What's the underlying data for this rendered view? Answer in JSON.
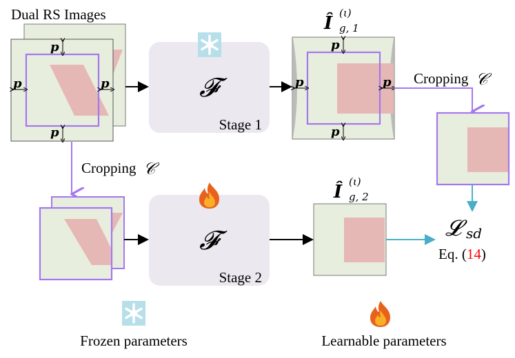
{
  "title": "Dual RS Images",
  "stage1": {
    "label": "Stage 1",
    "symbol": "𝓕",
    "icon": "snowflake-icon"
  },
  "stage2": {
    "label": "Stage 2",
    "symbol": "𝓕",
    "icon": "fire-icon"
  },
  "padding_symbol": "p",
  "output1": {
    "base": "Î",
    "sup": "(ι)",
    "sub": "g, 1"
  },
  "output2": {
    "base": "Î",
    "sup": "(ι)",
    "sub": "g, 2"
  },
  "cropping": {
    "text": "Cropping",
    "symbol": "𝒞"
  },
  "loss": {
    "base": "𝓛",
    "sub": "sd",
    "eq_prefix": "Eq. (",
    "eq_num": "14",
    "eq_suffix": ")"
  },
  "legend": {
    "frozen": "Frozen parameters",
    "learnable": "Learnable parameters"
  },
  "colors": {
    "image_bg": "#e8eedd",
    "change": "#e5b8b6",
    "crop": "#a476f0",
    "stage_bg": "#ebe8f0",
    "loss_arrow": "#4aaec8",
    "eq_ref": "#ff0000",
    "ice": "#b7dfea"
  }
}
